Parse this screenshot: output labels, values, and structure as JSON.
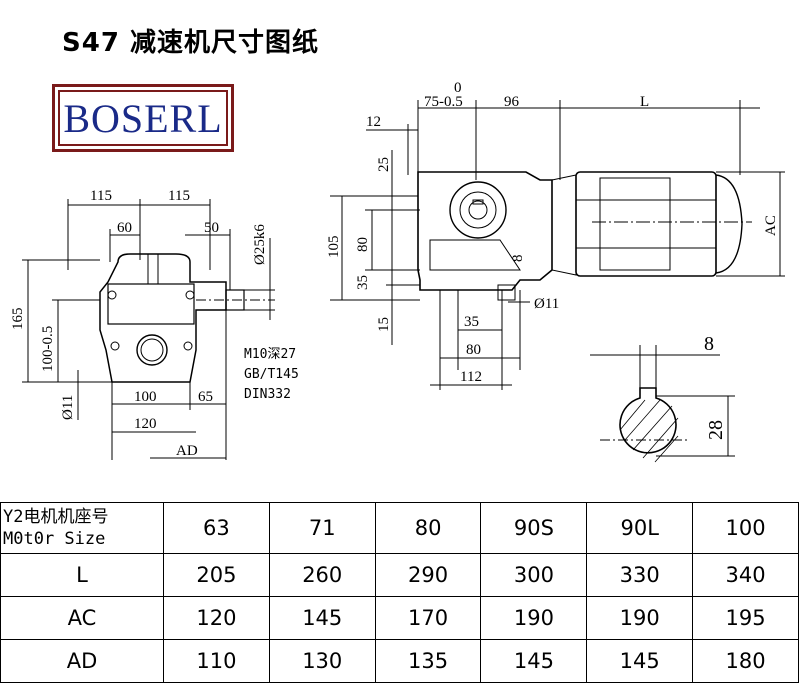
{
  "title": "S47 减速机尺寸图纸",
  "logo": "BOSERL",
  "front_view": {
    "dims": [
      "115",
      "115",
      "60",
      "50",
      "Ø25k6",
      "165",
      "100-0.5",
      "Ø11",
      "100",
      "65",
      "120",
      "AD"
    ],
    "notes": [
      "M10深27",
      "GB/T145",
      "DIN332"
    ]
  },
  "side_view": {
    "dims": [
      "0",
      "75-0.5",
      "96",
      "L",
      "12",
      "25",
      "105",
      "80",
      "35",
      "15",
      "8",
      "35",
      "Ø11",
      "80",
      "112",
      "AC"
    ]
  },
  "key_section": {
    "dims": [
      "8",
      "28"
    ]
  },
  "table": {
    "header": [
      "Y2电机机座号",
      "M0t0r Size"
    ],
    "sizes": [
      "63",
      "71",
      "80",
      "90S",
      "90L",
      "100"
    ],
    "rows": [
      {
        "label": "L",
        "values": [
          "205",
          "260",
          "290",
          "300",
          "330",
          "340"
        ]
      },
      {
        "label": "AC",
        "values": [
          "120",
          "145",
          "170",
          "190",
          "190",
          "195"
        ]
      },
      {
        "label": "AD",
        "values": [
          "110",
          "130",
          "135",
          "145",
          "145",
          "180"
        ]
      }
    ]
  }
}
